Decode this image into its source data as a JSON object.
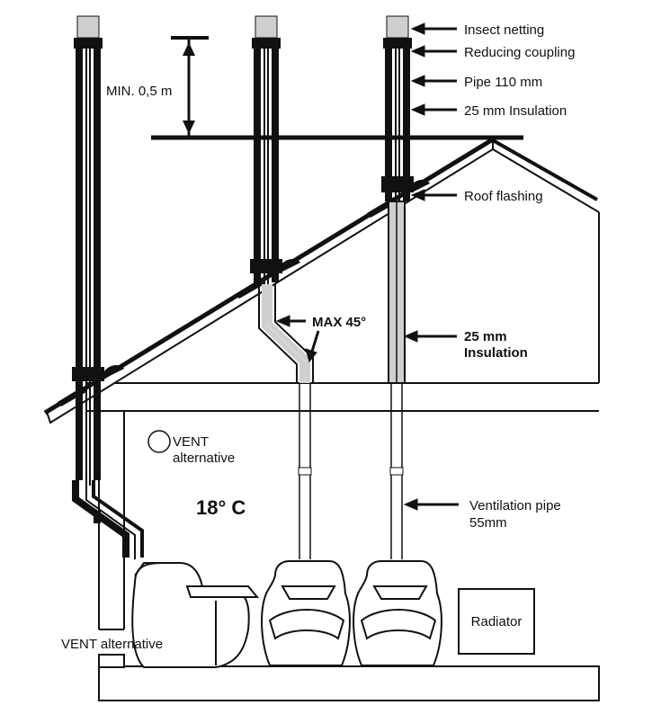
{
  "labels": {
    "insect_netting": "Insect netting",
    "reducing_coupling": "Reducing coupling",
    "pipe_110": "Pipe 110 mm",
    "insulation_25": "25 mm Insulation",
    "roof_flashing": "Roof flashing",
    "insulation_25_bold_line1": "25 mm",
    "insulation_25_bold_line2": "Insulation",
    "max_45": "MAX 45°",
    "min_height": "MIN. 0,5 m",
    "vent_alt_room_line1": "VENT",
    "vent_alt_room_line2": "alternative",
    "temperature": "18° C",
    "vent_pipe_line1": "Ventilation pipe",
    "vent_pipe_line2": "55mm",
    "radiator": "Radiator",
    "vent_alt_floor": "VENT alternative"
  },
  "colors": {
    "line": "#111111",
    "insulation_fill": "#cfcfcf",
    "background": "#ffffff"
  }
}
